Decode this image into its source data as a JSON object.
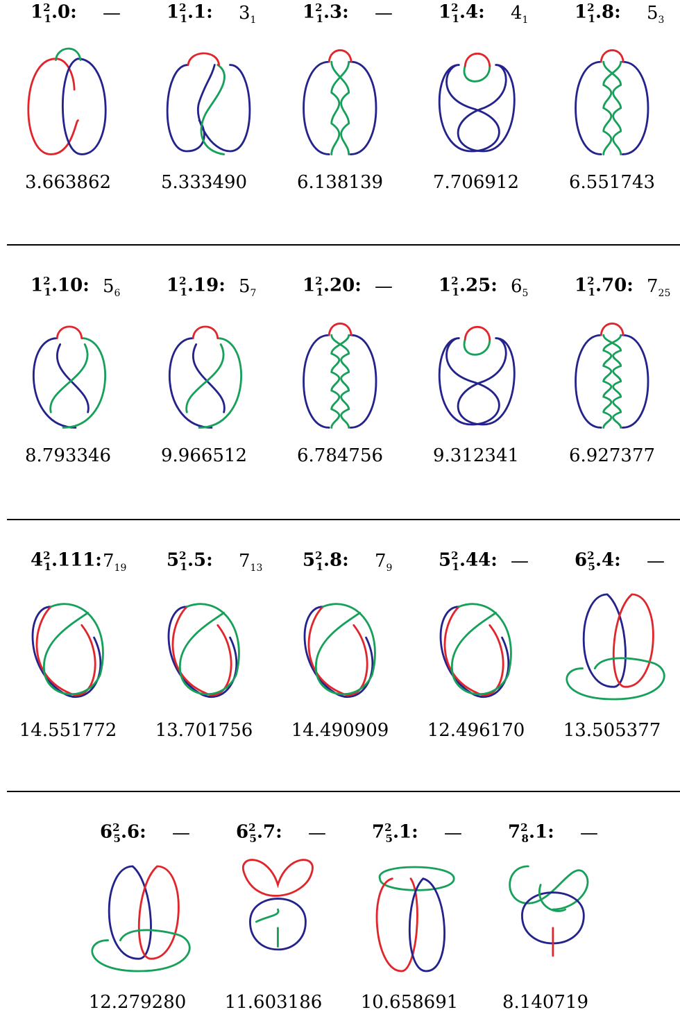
{
  "colors": {
    "red": "#e0262b",
    "green": "#16a05a",
    "blue": "#24238c"
  },
  "rows": [
    {
      "links": [
        {
          "base": "1",
          "sup": "2",
          "sub": "1",
          "suffix": ".0:",
          "knot": "—",
          "knot_sub": "",
          "volume": "3.663862"
        },
        {
          "base": "1",
          "sup": "2",
          "sub": "1",
          "suffix": ".1:",
          "knot": "3",
          "knot_sub": "1",
          "volume": "5.333490"
        },
        {
          "base": "1",
          "sup": "2",
          "sub": "1",
          "suffix": ".3:",
          "knot": "—",
          "knot_sub": "",
          "volume": "6.138139"
        },
        {
          "base": "1",
          "sup": "2",
          "sub": "1",
          "suffix": ".4:",
          "knot": "4",
          "knot_sub": "1",
          "volume": "7.706912"
        },
        {
          "base": "1",
          "sup": "2",
          "sub": "1",
          "suffix": ".8:",
          "knot": "5",
          "knot_sub": "3",
          "volume": "6.551743"
        }
      ]
    },
    {
      "links": [
        {
          "base": "1",
          "sup": "2",
          "sub": "1",
          "suffix": ".10:",
          "knot": "5",
          "knot_sub": "6",
          "volume": "8.793346"
        },
        {
          "base": "1",
          "sup": "2",
          "sub": "1",
          "suffix": ".19:",
          "knot": "5",
          "knot_sub": "7",
          "volume": "9.966512"
        },
        {
          "base": "1",
          "sup": "2",
          "sub": "1",
          "suffix": ".20:",
          "knot": "—",
          "knot_sub": "",
          "volume": "6.784756"
        },
        {
          "base": "1",
          "sup": "2",
          "sub": "1",
          "suffix": ".25:",
          "knot": "6",
          "knot_sub": "5",
          "volume": "9.312341"
        },
        {
          "base": "1",
          "sup": "2",
          "sub": "1",
          "suffix": ".70:",
          "knot": "7",
          "knot_sub": "25",
          "volume": "6.927377"
        }
      ]
    },
    {
      "links": [
        {
          "base": "4",
          "sup": "2",
          "sub": "1",
          "suffix": ".111:",
          "knot": "7",
          "knot_sub": "19",
          "volume": "14.551772"
        },
        {
          "base": "5",
          "sup": "2",
          "sub": "1",
          "suffix": ".5:",
          "knot": "7",
          "knot_sub": "13",
          "volume": "13.701756"
        },
        {
          "base": "5",
          "sup": "2",
          "sub": "1",
          "suffix": ".8:",
          "knot": "7",
          "knot_sub": "9",
          "volume": "14.490909"
        },
        {
          "base": "5",
          "sup": "2",
          "sub": "1",
          "suffix": ".44:",
          "knot": "—",
          "knot_sub": "",
          "volume": "12.496170"
        },
        {
          "base": "6",
          "sup": "2",
          "sub": "5",
          "suffix": ".4:",
          "knot": "—",
          "knot_sub": "",
          "volume": "13.505377"
        }
      ]
    },
    {
      "links": [
        {
          "base": "6",
          "sup": "2",
          "sub": "5",
          "suffix": ".6:",
          "knot": "—",
          "knot_sub": "",
          "volume": "12.279280"
        },
        {
          "base": "6",
          "sup": "2",
          "sub": "5",
          "suffix": ".7:",
          "knot": "—",
          "knot_sub": "",
          "volume": "11.603186"
        },
        {
          "base": "7",
          "sup": "2",
          "sub": "5",
          "suffix": ".1:",
          "knot": "—",
          "knot_sub": "",
          "volume": "10.658691"
        },
        {
          "base": "7",
          "sup": "2",
          "sub": "8",
          "suffix": ".1:",
          "knot": "—",
          "knot_sub": "",
          "volume": "8.140719"
        }
      ]
    }
  ]
}
